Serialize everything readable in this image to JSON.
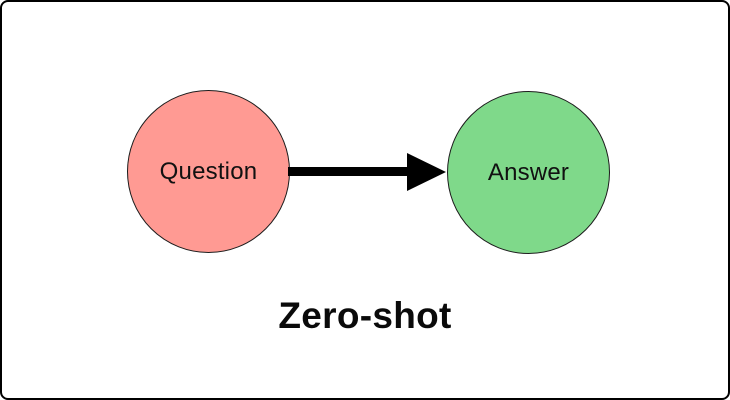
{
  "diagram": {
    "title": "Zero-shot",
    "nodes": [
      {
        "id": "question",
        "label": "Question",
        "shape": "circle",
        "fill": "#FF9A93"
      },
      {
        "id": "answer",
        "label": "Answer",
        "shape": "circle",
        "fill": "#7FD98A"
      }
    ],
    "edges": [
      {
        "from": "question",
        "to": "answer",
        "type": "arrow",
        "color": "#000000",
        "style": "thick"
      }
    ],
    "colors": {
      "question_fill": "#FF9A93",
      "answer_fill": "#7FD98A",
      "node_stroke": "#1c1c1c",
      "arrow": "#000000",
      "frame_border": "#000000",
      "background": "#FFFFFF"
    }
  }
}
